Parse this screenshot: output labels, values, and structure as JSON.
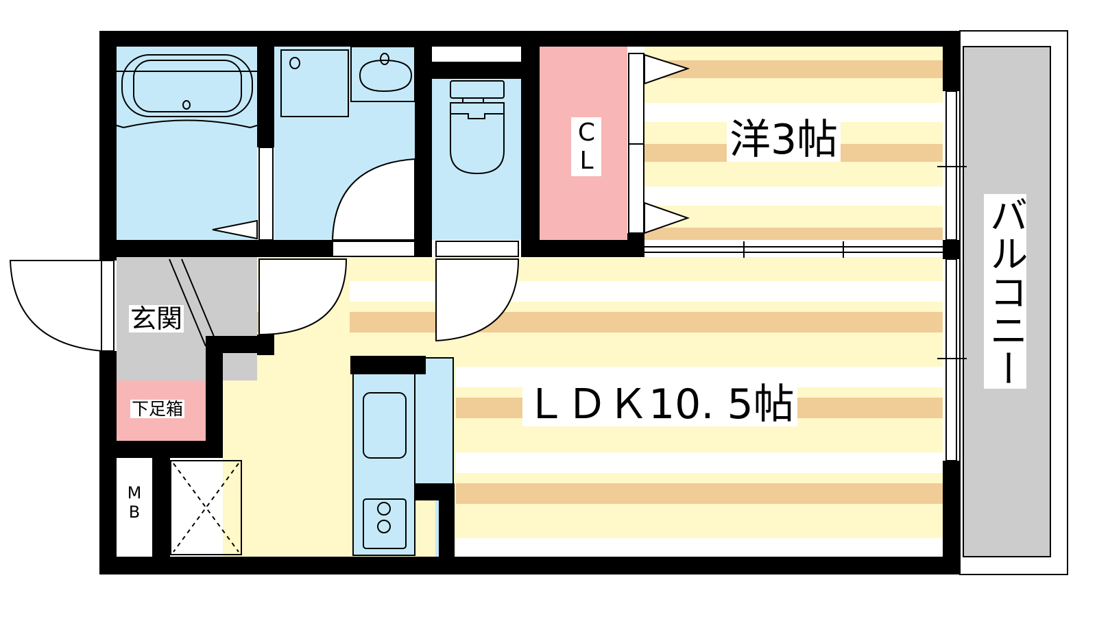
{
  "floor_plan": {
    "rooms": {
      "western_room": "洋3帖",
      "ldk": "ＬＤＫ10. 5帖",
      "entrance": "玄関",
      "shoe_cabinet": "下足箱",
      "closet": "CL",
      "meter_box": "MB",
      "balcony": "バルコニー"
    },
    "colors": {
      "wall": "#000000",
      "wet_area": "#c5e9f8",
      "closet": "#f8b6b6",
      "entrance": "#cccccc",
      "floor": "#fff8c8",
      "floor_stripe": "#f0cc96",
      "balcony": "#cccccc"
    }
  }
}
